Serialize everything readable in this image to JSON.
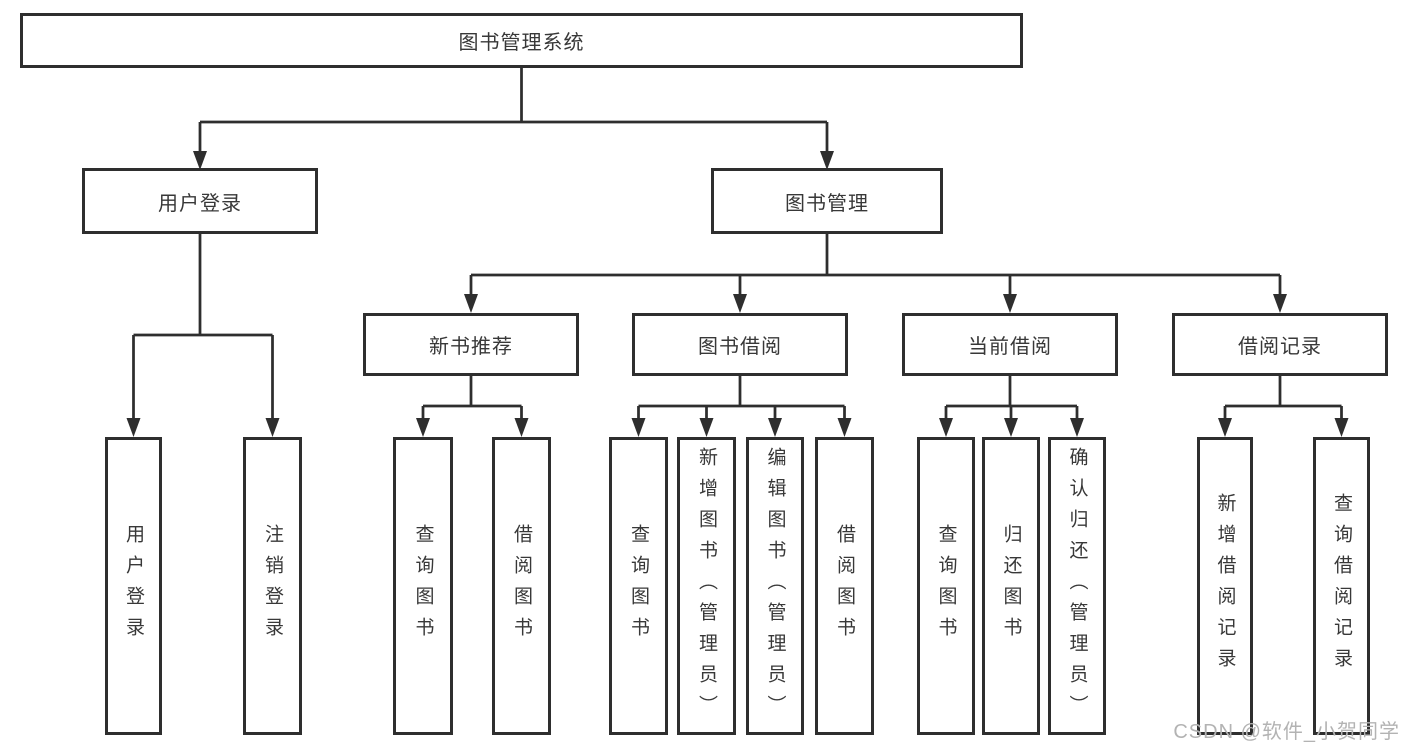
{
  "tree": {
    "label": "图书管理系统",
    "children": [
      {
        "label": "用户登录",
        "children": [
          {
            "label": "用户登录"
          },
          {
            "label": "注销登录"
          }
        ]
      },
      {
        "label": "图书管理",
        "children": [
          {
            "label": "新书推荐",
            "children": [
              {
                "label": "查询图书"
              },
              {
                "label": "借阅图书"
              }
            ]
          },
          {
            "label": "图书借阅",
            "children": [
              {
                "label": "查询图书"
              },
              {
                "label": "新增图书（管理员）"
              },
              {
                "label": "编辑图书（管理员）"
              },
              {
                "label": "借阅图书"
              }
            ]
          },
          {
            "label": "当前借阅",
            "children": [
              {
                "label": "查询图书"
              },
              {
                "label": "归还图书"
              },
              {
                "label": "确认归还（管理员）"
              }
            ]
          },
          {
            "label": "借阅记录",
            "children": [
              {
                "label": "新增借阅记录"
              },
              {
                "label": "查询借阅记录"
              }
            ]
          }
        ]
      }
    ]
  },
  "watermark": {
    "text": "CSDN @软件_小贺同学"
  },
  "colors": {
    "line": "#2e2e2e",
    "box_border": "#2e2e2e",
    "text": "#383838",
    "background": "#ffffff",
    "watermark": "#b3b3b3"
  }
}
